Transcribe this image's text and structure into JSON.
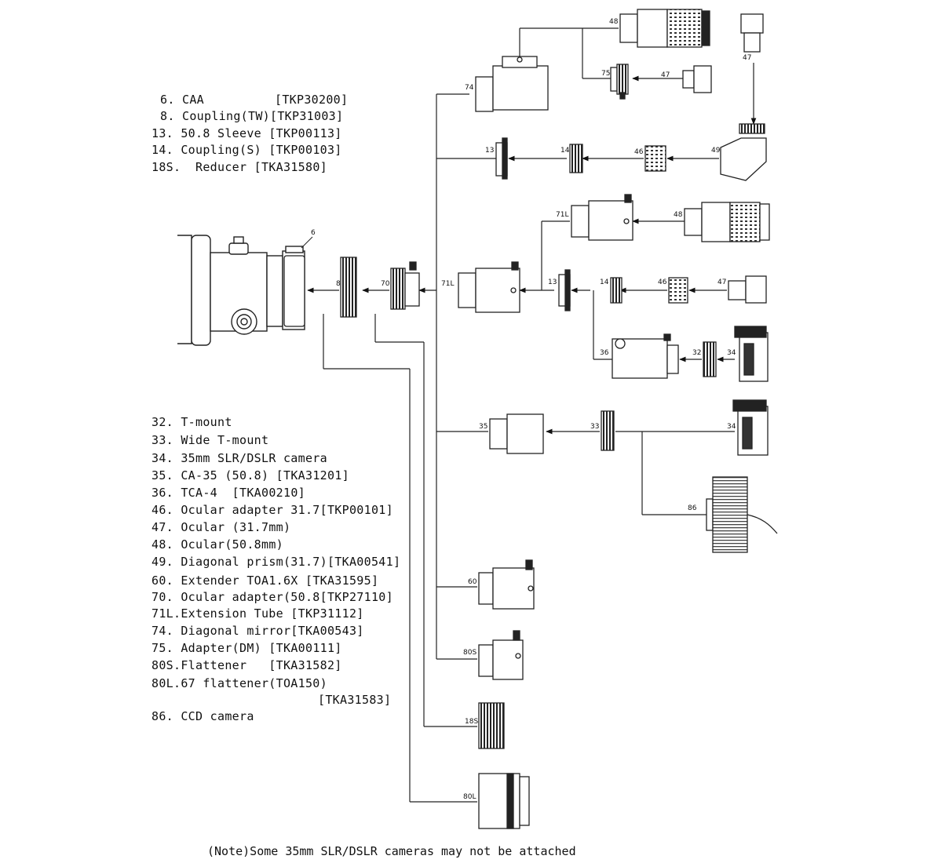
{
  "parts_list_top": [
    {
      "num": "6.",
      "name": "CAA",
      "code": "[TKP30200]"
    },
    {
      "num": "8.",
      "name": "Coupling(TW)",
      "code": "[TKP31003]"
    },
    {
      "num": "13.",
      "name": "50.8 Sleeve",
      "code": "[TKP00113]"
    },
    {
      "num": "14.",
      "name": "Coupling(S)",
      "code": "[TKP00103]"
    },
    {
      "num": "18S.",
      "name": "Reducer",
      "code": "[TKA31580]"
    }
  ],
  "parts_list_bottom": [
    {
      "num": "32.",
      "name": "T-mount",
      "code": ""
    },
    {
      "num": "33.",
      "name": "Wide T-mount",
      "code": ""
    },
    {
      "num": "34.",
      "name": "35mm SLR/DSLR camera",
      "code": ""
    },
    {
      "num": "35.",
      "name": "CA-35 (50.8)",
      "code": "[TKA31201]"
    },
    {
      "num": "36.",
      "name": "TCA-4",
      "code": "[TKA00210]"
    },
    {
      "num": "46.",
      "name": "Ocular adapter 31.7",
      "code": "[TKP00101]"
    },
    {
      "num": "47.",
      "name": "Ocular (31.7mm)",
      "code": ""
    },
    {
      "num": "48.",
      "name": "Ocular(50.8mm)",
      "code": ""
    },
    {
      "num": "49.",
      "name": "Diagonal prism(31.7)",
      "code": "[TKA00541]"
    },
    {
      "num": "60.",
      "name": "Extender TOA1.6X",
      "code": "[TKA31595]"
    },
    {
      "num": "70.",
      "name": "Ocular adapter(50.8",
      "code": "[TKP27110]"
    },
    {
      "num": "71L.",
      "name": "Extension Tube",
      "code": "[TKP31112]"
    },
    {
      "num": "74.",
      "name": "Diagonal mirror",
      "code": "[TKA00543]"
    },
    {
      "num": "75.",
      "name": "Adapter(DM)",
      "code": "[TKA00111]"
    },
    {
      "num": "80S.",
      "name": "Flattener",
      "code": "[TKA31582]"
    },
    {
      "num": "80L.",
      "name": "67 flattener(TOA150)",
      "code": "[TKA31583]"
    },
    {
      "num": "86.",
      "name": "CCD camera",
      "code": ""
    }
  ],
  "callouts": {
    "c6": "6",
    "c8": "8",
    "c70": "70",
    "c71L_main": "71L",
    "c71L_upper": "71L",
    "c74": "74",
    "c75": "75",
    "c48_top": "48",
    "c47_top": "47",
    "c47_right": "47",
    "c13_top": "13",
    "c14_top": "14",
    "c46_top": "46",
    "c49": "49",
    "c48_mid": "48",
    "c13_mid": "13",
    "c14_mid": "14",
    "c46_mid": "46",
    "c47_mid": "47",
    "c36": "36",
    "c32": "32",
    "c34_a": "34",
    "c35": "35",
    "c33": "33",
    "c34_b": "34",
    "c86": "86",
    "c60": "60",
    "c80S": "80S",
    "c18S": "18S",
    "c80L": "80L"
  },
  "note": "(Note)Some 35mm SLR/DSLR cameras may not be attached"
}
